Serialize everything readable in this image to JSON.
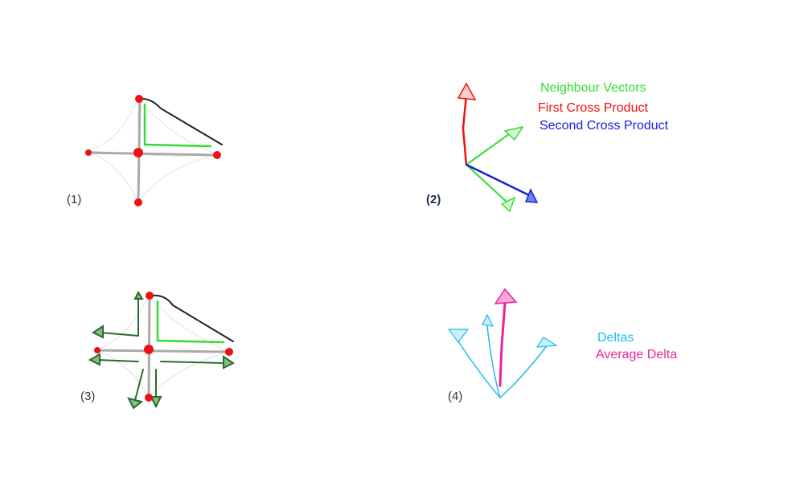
{
  "panels": {
    "p1": {
      "number": "(1)"
    },
    "p2": {
      "number": "(2)"
    },
    "p3": {
      "number": "(3)"
    },
    "p4": {
      "number": "(4)"
    }
  },
  "legend_top": {
    "neighbour": "Neighbour Vectors",
    "first_cross": "First Cross Product",
    "second_cross": "Second Cross Product"
  },
  "legend_bottom": {
    "deltas": "Deltas",
    "average": "Average Delta"
  },
  "colors": {
    "neighbour": "#33dd33",
    "first_cross": "#ee1111",
    "second_cross": "#1122dd",
    "deltas": "#22bbee",
    "average": "#ee2299",
    "points": "#ee1111",
    "edges_gray": "#aaaaaa",
    "edges_black": "#222222",
    "dark_green": "#2a6a2a"
  }
}
